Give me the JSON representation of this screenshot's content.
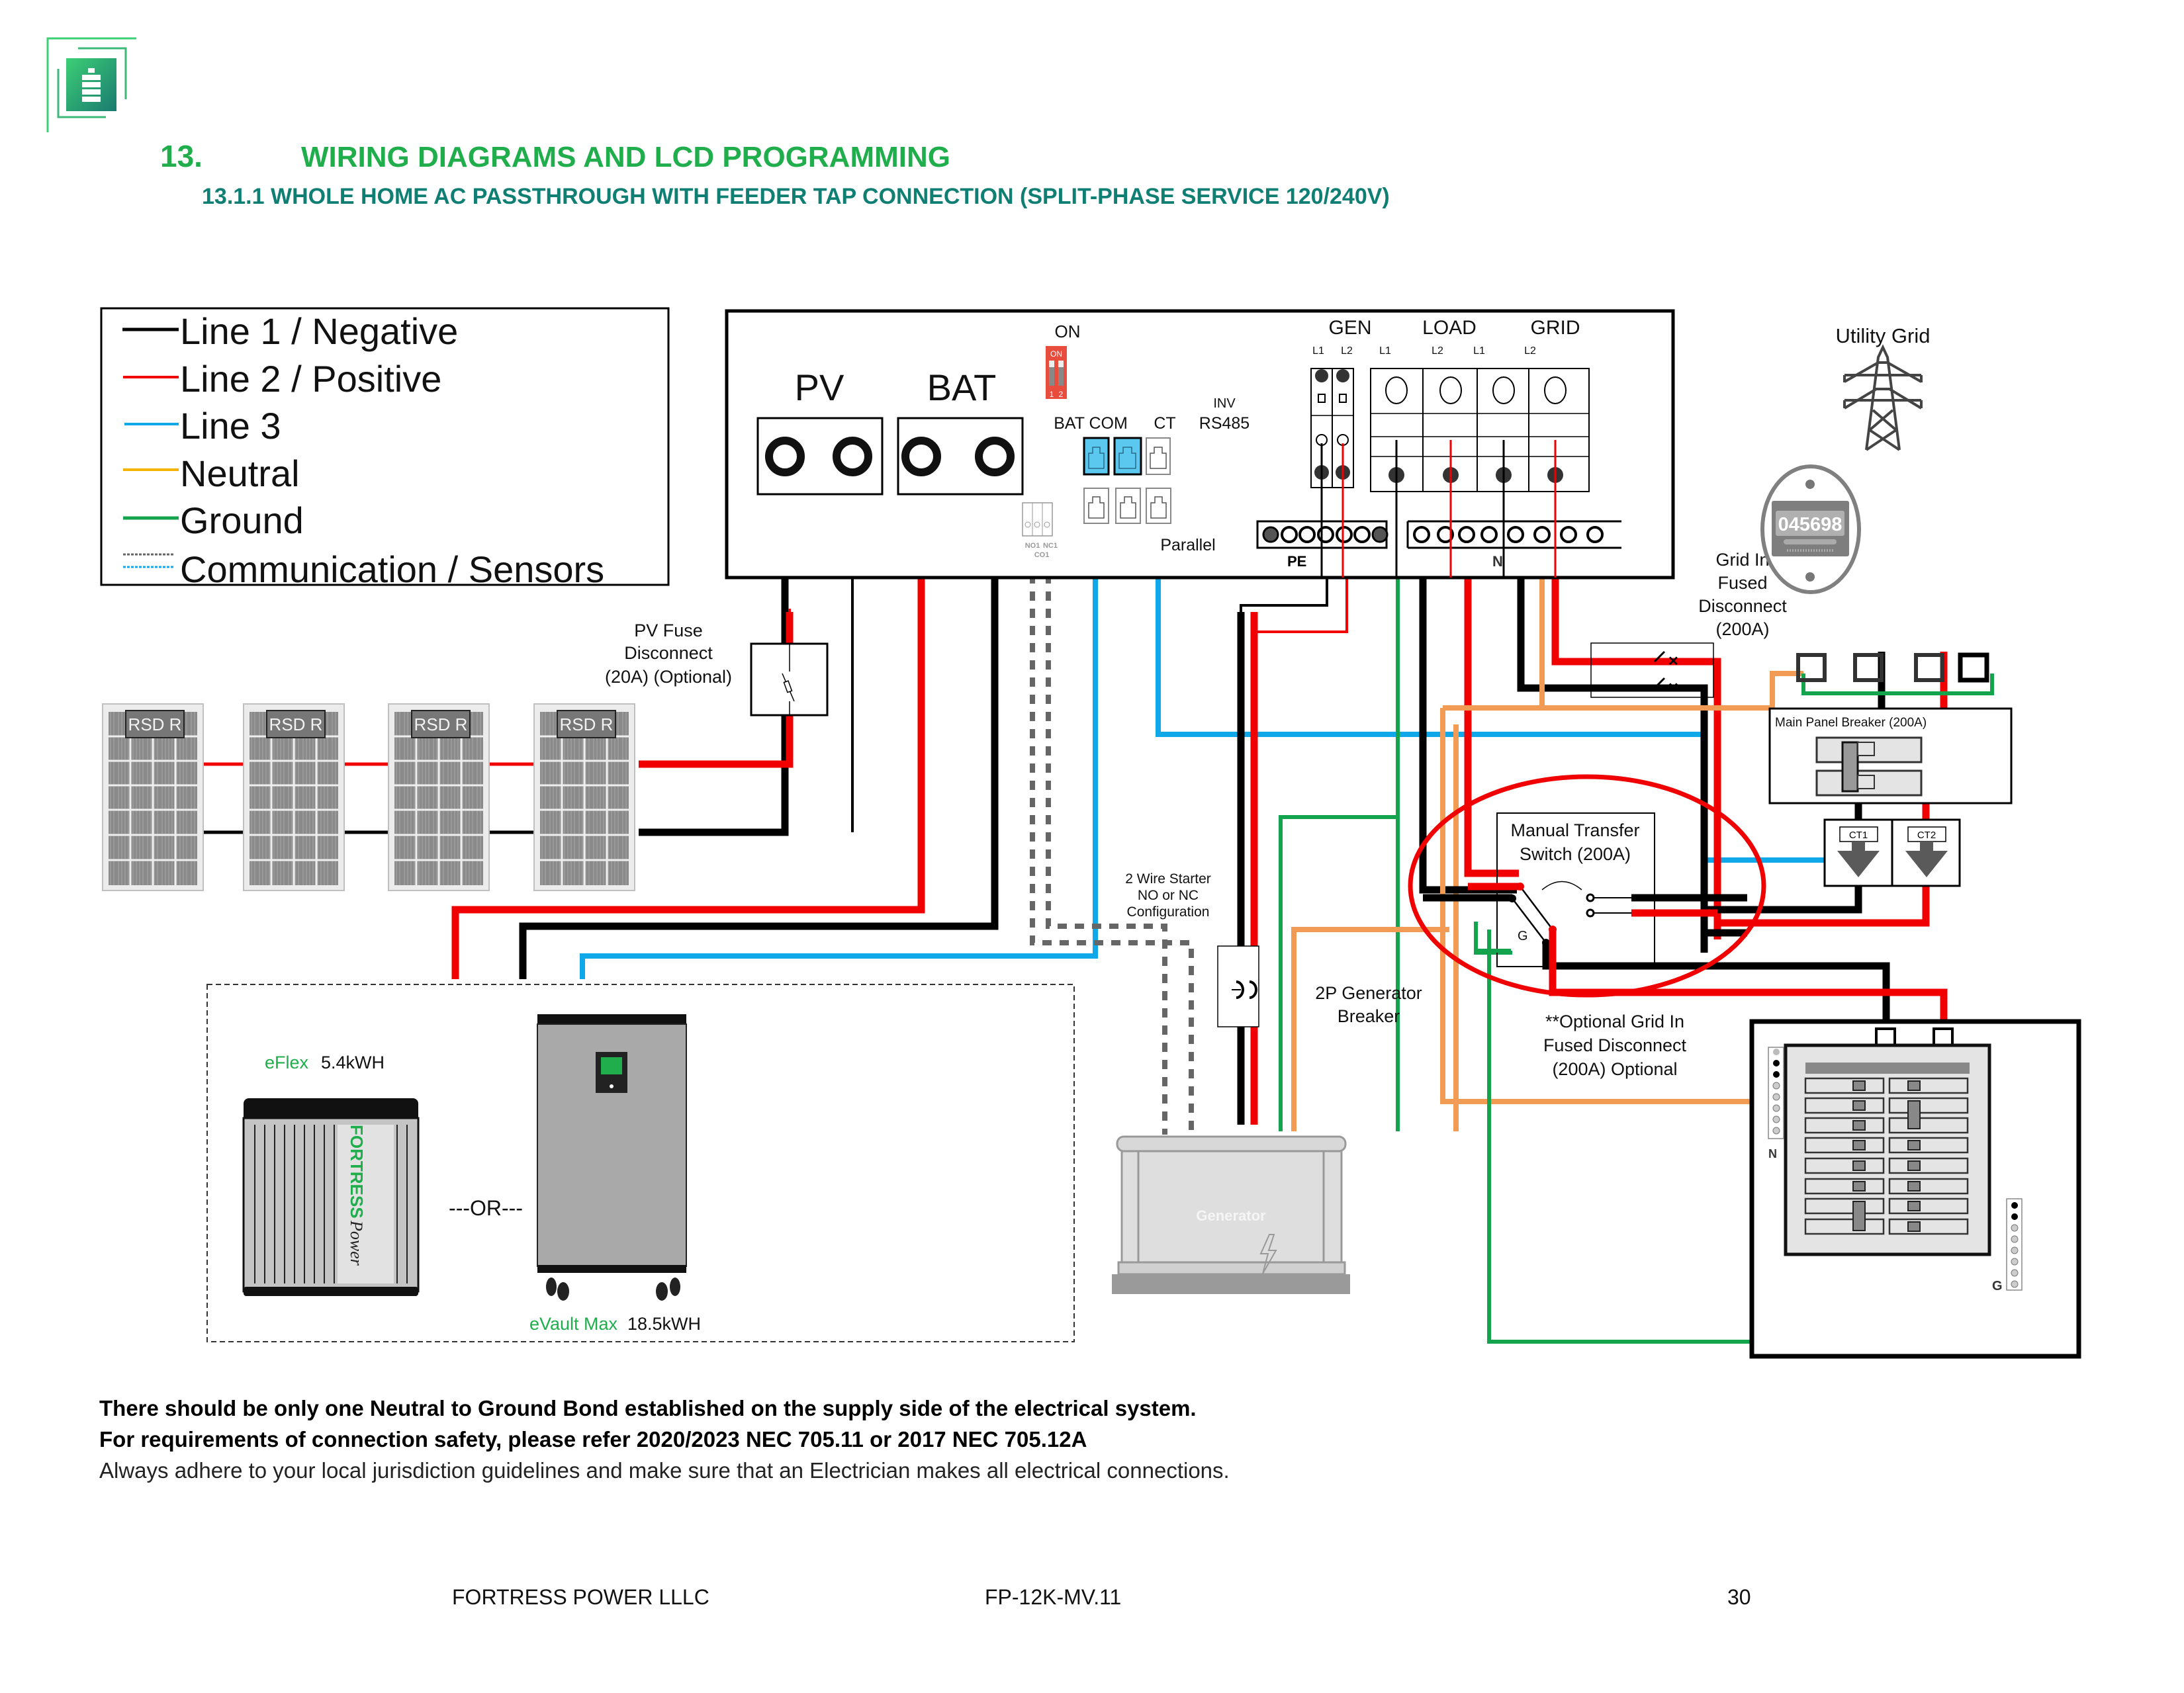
{
  "header": {
    "section_number": "13.",
    "section_title": "WIRING DIAGRAMS AND LCD PROGRAMMING",
    "subsection": "13.1.1 WHOLE HOME AC PASSTHROUGH WITH FEEDER TAP CONNECTION (SPLIT-PHASE SERVICE 120/240V)"
  },
  "colors": {
    "heading": "#1fae4b",
    "subheading": "#0f7f74",
    "line1": "#000000",
    "line2": "#f00000",
    "line3": "#10a8e8",
    "neutral": "#f5b400",
    "ground": "#14a44d",
    "comm_gray": "#666666",
    "comm_blue": "#10a8e8",
    "highlight": "#f00000"
  },
  "legend": {
    "items": [
      {
        "label": "Line 1 / Negative",
        "color": "#000000"
      },
      {
        "label": "Line 2 / Positive",
        "color": "#f00000"
      },
      {
        "label": "Line 3",
        "color": "#10a8e8"
      },
      {
        "label": "Neutral",
        "color": "#f5b400"
      },
      {
        "label": "Ground",
        "color": "#14a44d"
      },
      {
        "label": "Communication / Sensors",
        "color": "dashed"
      }
    ]
  },
  "inverter": {
    "pv_label": "PV",
    "bat_label": "BAT",
    "dip_title": "ON",
    "dip_on": "ON",
    "dip_1": "1",
    "dip_2": "2",
    "bat_com": "BAT COM",
    "ct": "CT",
    "inv": "INV",
    "rs485": "RS485",
    "parallel": "Parallel",
    "no1": "NO1",
    "nc1": "NC1",
    "co1": "CO1",
    "pe": "PE",
    "n": "N",
    "gen": "GEN",
    "load": "LOAD",
    "grid": "GRID",
    "l1": "L1",
    "l2": "L2"
  },
  "pv": {
    "fuse_label_1": "PV Fuse",
    "fuse_label_2": "Disconnect",
    "fuse_label_3": "(20A) (Optional)",
    "rsd_label": "RSD R",
    "panel_count": 4
  },
  "battery": {
    "eflex_brand": "eFlex",
    "eflex_capacity": "5.4kWH",
    "eflex_logo_1": "FORTRESS",
    "eflex_logo_2": "Power",
    "or_label": "---OR---",
    "evault_brand": "eVault Max",
    "evault_capacity": "18.5kWH"
  },
  "generator": {
    "starter_1": "2 Wire Starter",
    "starter_2": "NO or NC",
    "starter_3": "Configuration",
    "breaker_1": "2P Generator",
    "breaker_2": "Breaker",
    "body_label": "Generator"
  },
  "transfer_switch": {
    "title_1": "Manual Transfer",
    "title_2": "Switch (200A)",
    "g_label": "G",
    "optional_1": "**Optional Grid In",
    "optional_2": "Fused Disconnect",
    "optional_3": "(200A) Optional"
  },
  "grid": {
    "utility_label": "Utility Grid",
    "meter_reading": "045698",
    "fused_1": "Grid In",
    "fused_2": "Fused",
    "fused_3": "Disconnect",
    "fused_4": "(200A)",
    "main_breaker": "Main Panel Breaker (200A)",
    "ct1": "CT1",
    "ct2": "CT2"
  },
  "load_panel": {
    "n_label": "N",
    "g_label": "G"
  },
  "notes": {
    "line1": "There should be only one Neutral to Ground Bond established on the supply side of the electrical system.",
    "line2": "For requirements of connection safety, please refer 2020/2023 NEC 705.11 or 2017 NEC 705.12A",
    "line3": "Always adhere to your local jurisdiction guidelines and make sure that an Electrician makes all electrical connections."
  },
  "footer": {
    "company": "FORTRESS POWER LLLC",
    "doc_id": "FP-12K-MV.11",
    "page_number": "30"
  }
}
